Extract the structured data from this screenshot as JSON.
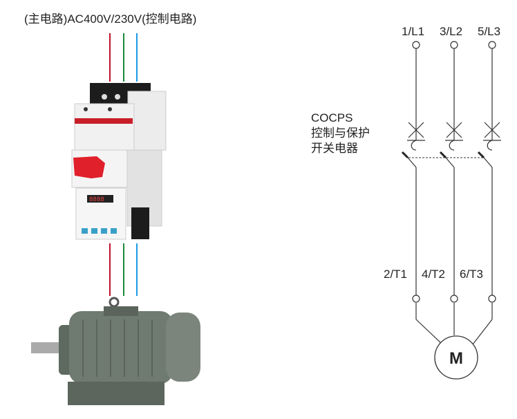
{
  "caption": "(主电路)AC400V/230V(控制电路)",
  "device_label": {
    "line1": "COCPS",
    "line2": "控制与保护",
    "line3": "开关电器"
  },
  "inputs": [
    "1/L1",
    "3/L2",
    "5/L3"
  ],
  "outputs": [
    "2/T1",
    "4/T2",
    "6/T3"
  ],
  "motor_label": "M",
  "colors": {
    "wire_1": "#c0102a",
    "wire_2": "#1a8a3a",
    "wire_3": "#1a9ae8",
    "handle": "#e0202a",
    "motor": "#6f7a70"
  }
}
